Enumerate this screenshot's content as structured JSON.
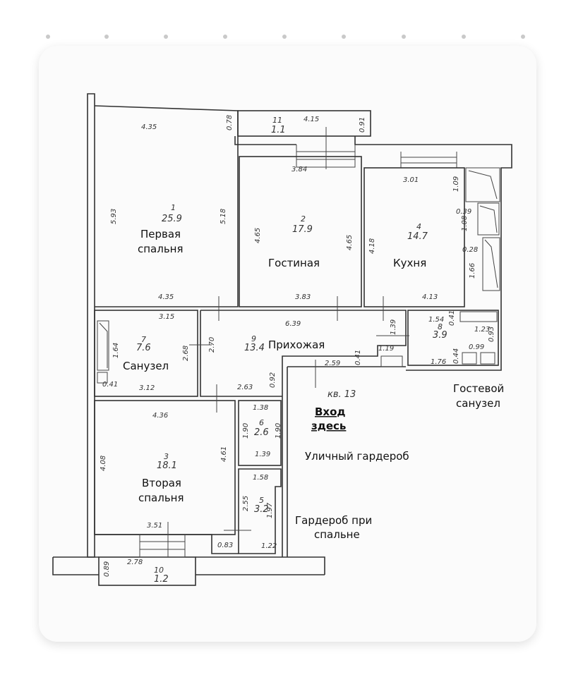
{
  "rooms": {
    "r1": {
      "num": "1",
      "area": "25.9",
      "label_1": "Первая",
      "label_2": "спальня",
      "dims": [
        "4.35",
        "0.78",
        "5.93",
        "5.18",
        "4.35"
      ]
    },
    "r2": {
      "num": "2",
      "area": "17.9",
      "label": "Гостиная",
      "dims": [
        "3.84",
        "4.65",
        "4.65",
        "3.83"
      ]
    },
    "r3": {
      "num": "3",
      "area": "18.1",
      "label_1": "Вторая",
      "label_2": "спальня",
      "dims": [
        "4.36",
        "4.08",
        "4.61",
        "3.51",
        "0.83"
      ]
    },
    "r4": {
      "num": "4",
      "area": "14.7",
      "label": "Кухня",
      "dims": [
        "3.01",
        "1.09",
        "0.39",
        "1.08",
        "0.28",
        "4.18",
        "1.66",
        "4.13"
      ]
    },
    "r5": {
      "num": "5",
      "area": "3.2",
      "label_1": "Гардероб при",
      "label_2": "спальне",
      "dims": [
        "1.58",
        "2.55",
        "1.97",
        "1.22"
      ]
    },
    "r6": {
      "num": "6",
      "area": "2.6",
      "label": "Уличный гардероб",
      "dims": [
        "1.38",
        "1.90",
        "1.90",
        "1.39"
      ]
    },
    "r7": {
      "num": "7",
      "area": "7.6",
      "label": "Санузел",
      "dims": [
        "3.15",
        "1.64",
        "2.68",
        "0.41",
        "3.12"
      ]
    },
    "r8": {
      "num": "8",
      "area": "3.9",
      "label_1": "Гостевой",
      "label_2": "санузел",
      "dims": [
        "1.54",
        "0.41",
        "1.23",
        "0.93",
        "0.99",
        "1.76",
        "0.44"
      ]
    },
    "r9": {
      "num": "9",
      "area": "13.4",
      "label": "Прихожая",
      "dims": [
        "6.39",
        "2.70",
        "1.39",
        "1.19",
        "0.41",
        "2.59",
        "2.63",
        "0.92"
      ]
    },
    "r10": {
      "num": "10",
      "area": "1.2",
      "dims": [
        "0.89",
        "2.78"
      ]
    },
    "r11": {
      "num": "11",
      "area": "1.1",
      "dims": [
        "4.15",
        "0.91"
      ]
    }
  },
  "apartment": "кв. 13",
  "entrance": {
    "line_1": "Вход",
    "line_2": "здесь"
  }
}
